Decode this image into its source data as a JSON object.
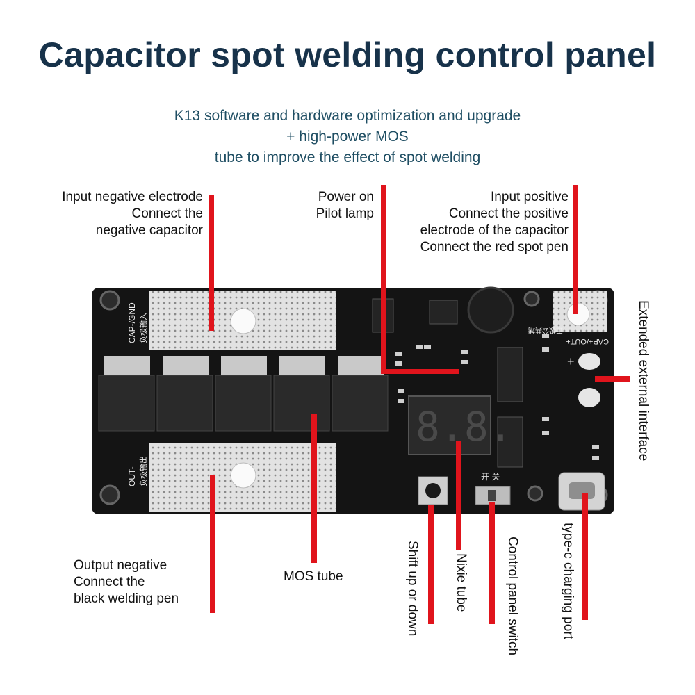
{
  "title": "Capacitor spot welding control panel",
  "subtitle": {
    "line1": "K13 software and hardware optimization and upgrade + high-power MOS",
    "line2": "tube to improve the effect of spot welding"
  },
  "callouts": {
    "input_negative": [
      "Input negative electrode",
      "Connect the",
      "negative capacitor"
    ],
    "power_on": [
      "Power on",
      "Pilot lamp"
    ],
    "input_positive": [
      "Input positive",
      "Connect the positive",
      "electrode of the capacitor",
      "Connect the red spot pen"
    ],
    "extended_interface": "Extended external interface",
    "output_negative": [
      "Output negative",
      "Connect the",
      "black welding pen"
    ],
    "mos_tube": "MOS tube",
    "shift": "Shift up or down",
    "nixie": "Nixie tube",
    "switch": "Control panel switch",
    "typec": "type-c charging port"
  },
  "board": {
    "cap_gnd": "CAP-/GND",
    "cap_gnd_cn": "负极输入",
    "out_neg": "OUT-",
    "out_neg_cn": "负极输出",
    "cap_out_pos": "CAP+/OUT+",
    "cap_out_pos_cn": "正极公共端",
    "switch_cn": "开 关",
    "plus": "+",
    "display": "8.8."
  },
  "colors": {
    "accent_red": "#e0141c",
    "board": "#141414",
    "pad": "#dcdcdc"
  }
}
